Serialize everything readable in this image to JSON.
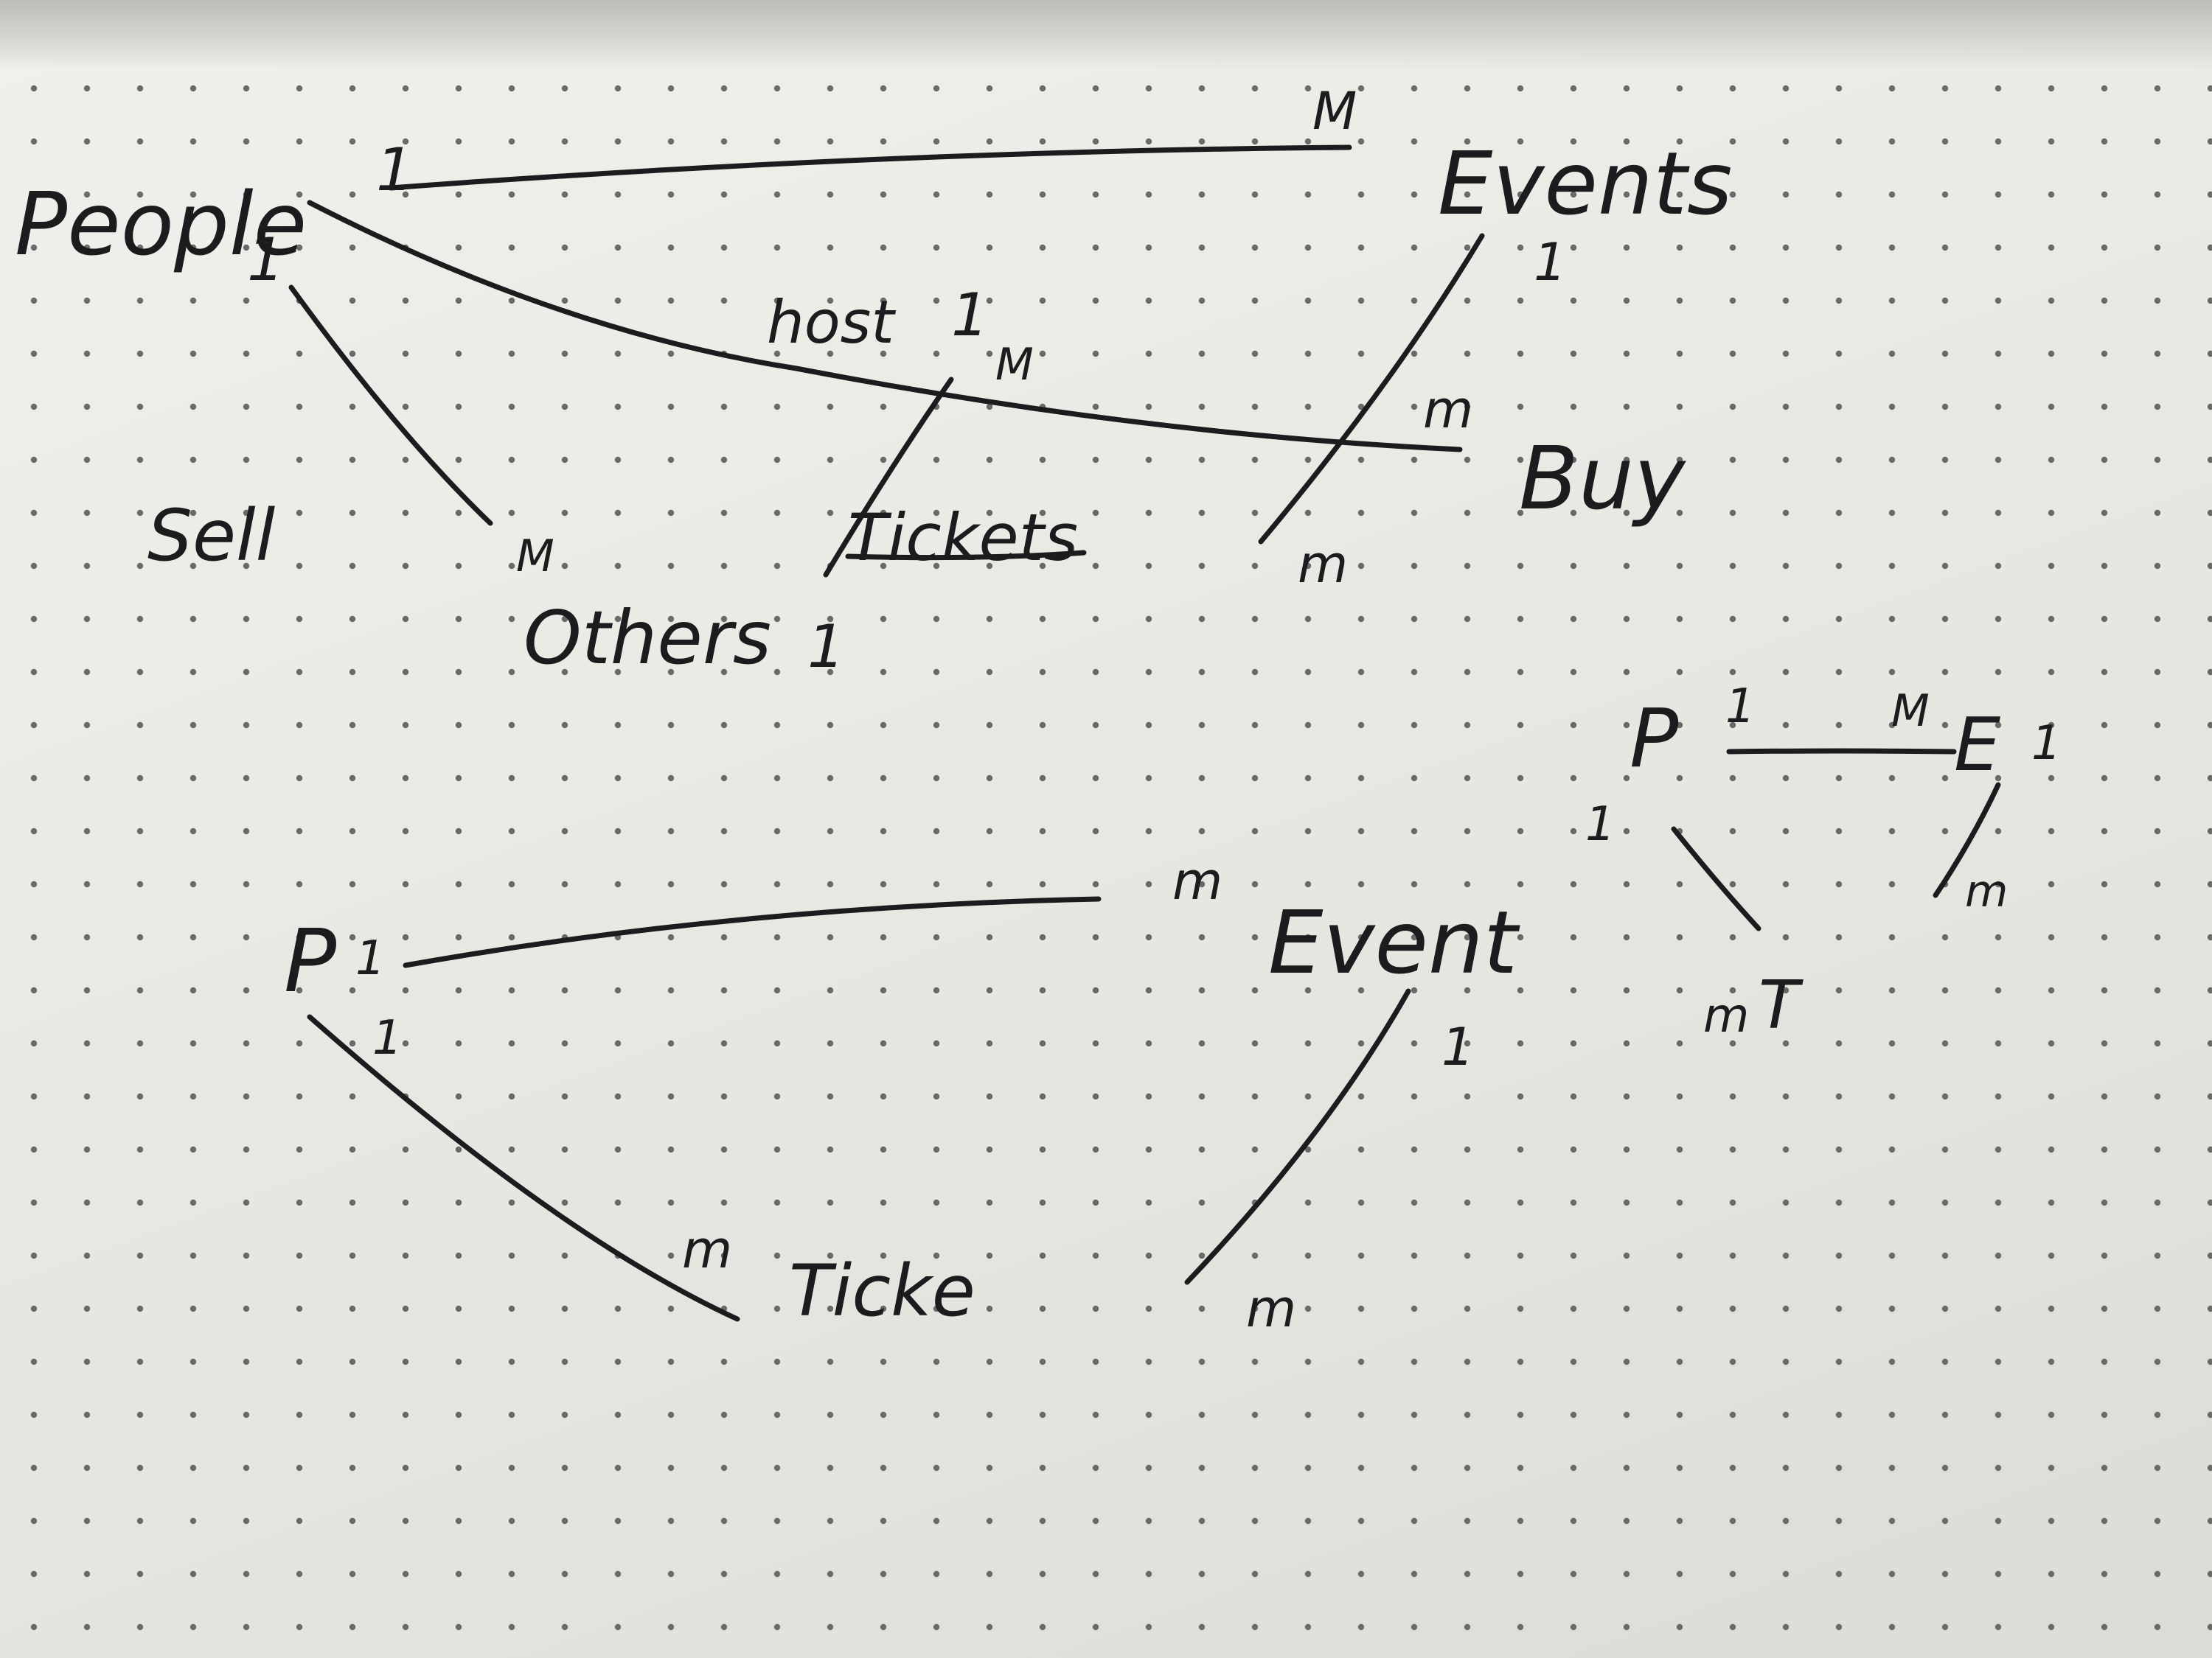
{
  "diagram": {
    "top_diagram": {
      "entities": {
        "people": "People",
        "events": "Events",
        "buy": "Buy",
        "others": "Others",
        "sell": "Sell",
        "host": "host",
        "tickets_struck": "Tickets"
      },
      "cardinalities": {
        "people_events_left": "1",
        "people_events_right": "M",
        "people_others_top": "1",
        "people_others_bottom": "M",
        "others_tickets": "1",
        "tickets_host": "M",
        "host_suffix": "1",
        "people_buy_right": "m",
        "events_buy_top": "1",
        "events_buy_bottom": "m"
      }
    },
    "bottom_diagram": {
      "entities": {
        "p": "P",
        "event": "Event",
        "ticket": "Ticke"
      },
      "cardinalities": {
        "p_event_left": "1",
        "p_event_right": "m",
        "p_ticket_top": "1",
        "p_ticket_bottom": "m",
        "event_ticket_top": "1",
        "event_ticket_bottom": "m"
      }
    },
    "small_diagram": {
      "entities": {
        "p": "P",
        "e": "E",
        "t": "T"
      },
      "cardinalities": {
        "p_e_left": "1",
        "p_e_right": "M",
        "e_top": "1",
        "p_t_top": "1",
        "p_t_bottom": "m",
        "e_t_bottom": "m"
      }
    }
  }
}
